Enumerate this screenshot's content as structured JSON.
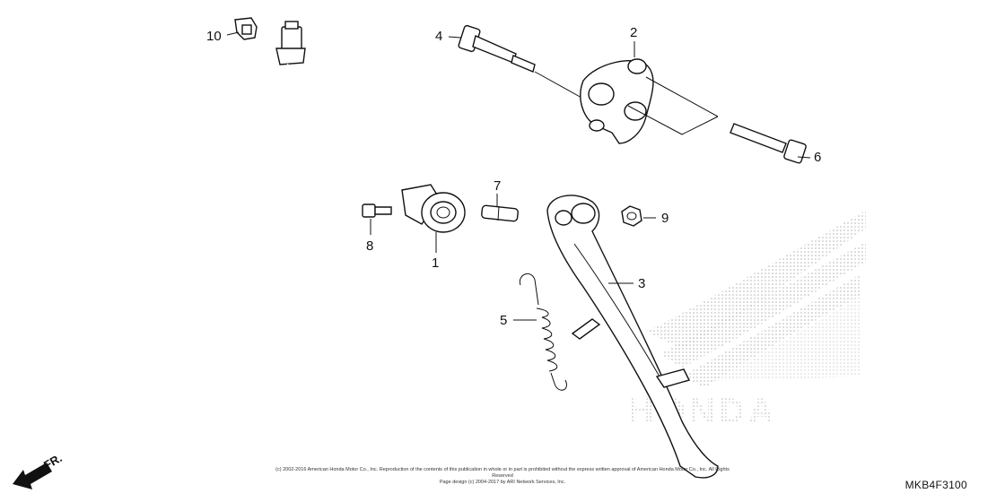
{
  "diagram": {
    "code": "MKB4F3100",
    "direction_label": "FR.",
    "watermark_text": "HONDA",
    "copyright_line_1": "(c) 2002-2016 American Honda Motor Co., Inc. Reproduction of the contents of this publication in whole or in part is prohibited without the express written approval of American Honda Motor Co., Inc. All Rights Reserved",
    "copyright_line_2": "Page design (c) 2004-2017 by ARI Network Services, Inc.",
    "callouts": [
      "1",
      "2",
      "3",
      "4",
      "5",
      "6",
      "7",
      "8",
      "9",
      "10"
    ]
  }
}
